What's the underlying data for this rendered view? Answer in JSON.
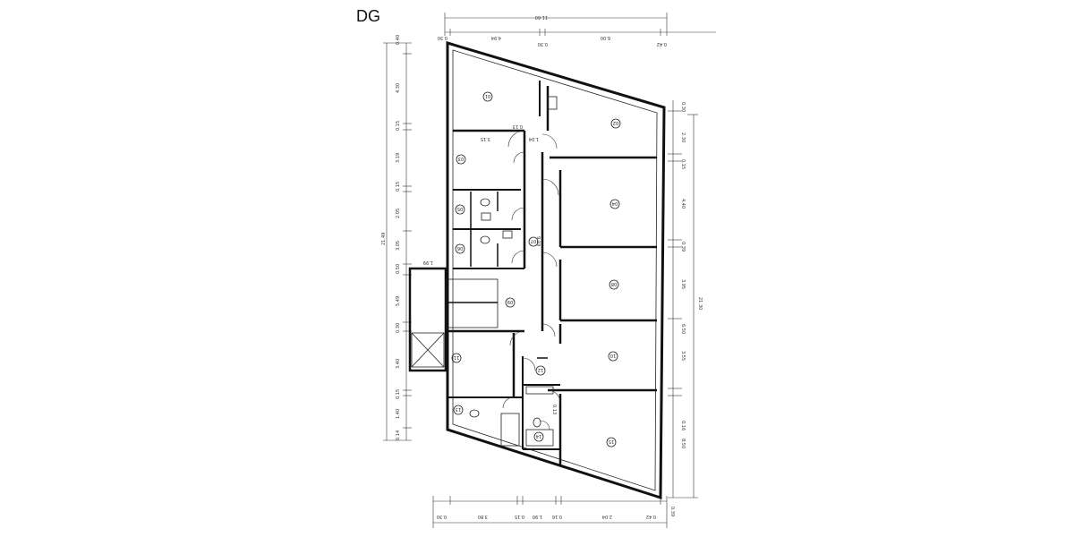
{
  "title": "DG",
  "dimensions": {
    "top_total": "11.60",
    "top_segments": [
      "0.30",
      "4.94",
      "0.30",
      "6.00",
      "0.42"
    ],
    "left": [
      "0.40",
      "4.30",
      "0.15",
      "3.19",
      "0.15",
      "2.05",
      "3.05",
      "0.50",
      "5.49",
      "0.30",
      "3.40",
      "0.15",
      "1.40",
      "0.14"
    ],
    "left_total": "21.49",
    "right": [
      "0.30",
      "2.30",
      "0.15",
      "4.40",
      "0.39",
      "3.95",
      "6.50",
      "3.55",
      "0.16",
      "8.50"
    ],
    "right_total": "21.30",
    "bottom": [
      "0.30",
      "3.80",
      "0.15",
      "1.90",
      "0.16",
      "2.04",
      "0.42"
    ],
    "bottom_right": "0.39",
    "inner": [
      "0.13",
      "1.04",
      "3.15",
      "9.19",
      "1.99",
      "0.13"
    ]
  },
  "rooms": [
    {
      "id": "room-01",
      "label": "01"
    },
    {
      "id": "room-02",
      "label": "02"
    },
    {
      "id": "room-03",
      "label": "03"
    },
    {
      "id": "room-04",
      "label": "04"
    },
    {
      "id": "room-05",
      "label": "05"
    },
    {
      "id": "room-06",
      "label": "06"
    },
    {
      "id": "room-07",
      "label": "07"
    },
    {
      "id": "room-08",
      "label": "08"
    },
    {
      "id": "room-09",
      "label": "09"
    },
    {
      "id": "room-10",
      "label": "10"
    },
    {
      "id": "room-11",
      "label": "11"
    },
    {
      "id": "room-12",
      "label": "12"
    },
    {
      "id": "room-13",
      "label": "13"
    },
    {
      "id": "room-14",
      "label": "14"
    },
    {
      "id": "room-15",
      "label": "15"
    }
  ]
}
